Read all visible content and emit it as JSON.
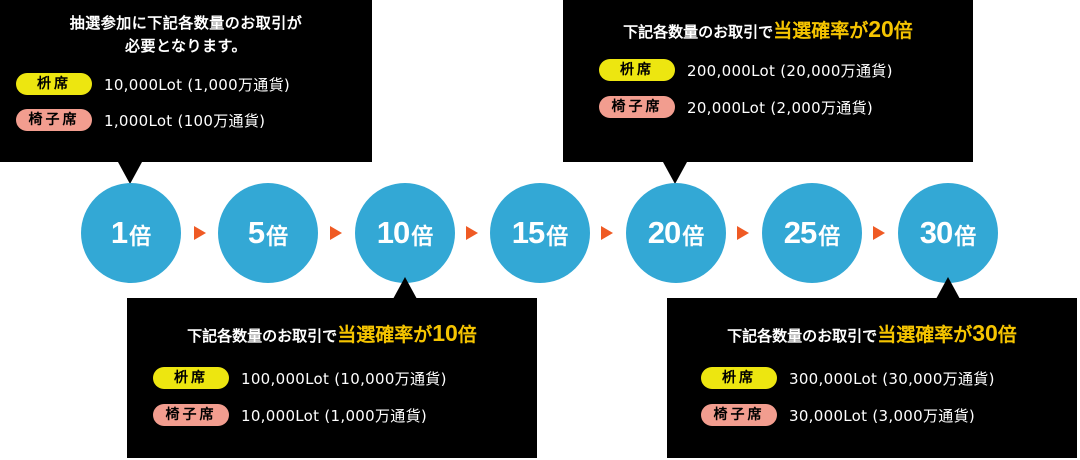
{
  "steps": [
    {
      "num": "1",
      "unit": "倍"
    },
    {
      "num": "5",
      "unit": "倍"
    },
    {
      "num": "10",
      "unit": "倍"
    },
    {
      "num": "15",
      "unit": "倍"
    },
    {
      "num": "20",
      "unit": "倍"
    },
    {
      "num": "25",
      "unit": "倍"
    },
    {
      "num": "30",
      "unit": "倍"
    }
  ],
  "callouts": {
    "x1": {
      "intro_line1": "抽選参加に下記各数量のお取引が",
      "intro_line2": "必要となります。",
      "masu_label": "枡席",
      "masu_value": "10,000Lot (1,000万通貨)",
      "isu_label": "椅子席",
      "isu_value": "1,000Lot (100万通貨)"
    },
    "x10": {
      "prefix": "下記各数量のお取引で",
      "highlight": "当選確率が",
      "multiplier": "10",
      "unit": "倍",
      "masu_label": "枡席",
      "masu_value": "100,000Lot (10,000万通貨)",
      "isu_label": "椅子席",
      "isu_value": "10,000Lot (1,000万通貨)"
    },
    "x20": {
      "prefix": "下記各数量のお取引で",
      "highlight": "当選確率が",
      "multiplier": "20",
      "unit": "倍",
      "masu_label": "枡席",
      "masu_value": "200,000Lot (20,000万通貨)",
      "isu_label": "椅子席",
      "isu_value": "20,000Lot (2,000万通貨)"
    },
    "x30": {
      "prefix": "下記各数量のお取引で",
      "highlight": "当選確率が",
      "multiplier": "30",
      "unit": "倍",
      "masu_label": "枡席",
      "masu_value": "300,000Lot (30,000万通貨)",
      "isu_label": "椅子席",
      "isu_value": "30,000Lot (3,000万通貨)"
    }
  },
  "colors": {
    "circle": "#33a8d5",
    "arrow": "#ef5a24",
    "highlight": "#f5c400",
    "masu_pill": "#ede610",
    "isu_pill": "#f29d8f",
    "callout_bg": "#000000"
  }
}
